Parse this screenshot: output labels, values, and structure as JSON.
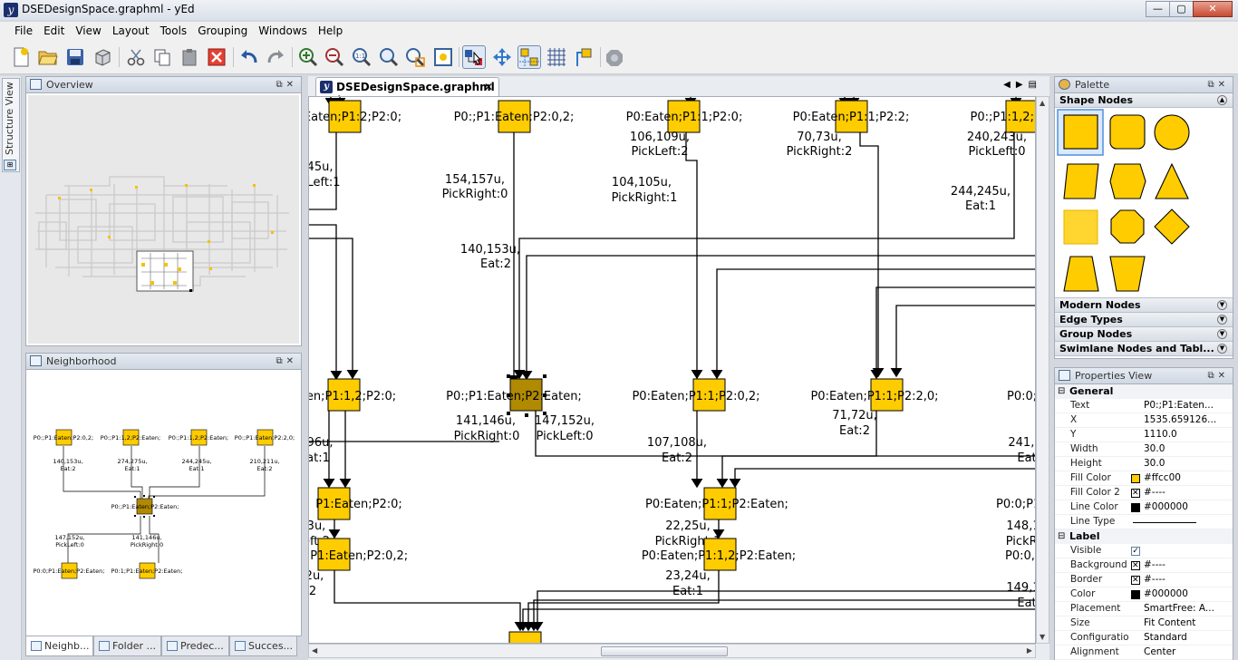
{
  "window": {
    "title": "DSEDesignSpace.graphml - yEd",
    "min": "—",
    "max": "▢",
    "close": "✕"
  },
  "menu": [
    "File",
    "Edit",
    "View",
    "Layout",
    "Tools",
    "Grouping",
    "Windows",
    "Help"
  ],
  "toolbar_icons": [
    "new-document-icon",
    "open-folder-icon",
    "save-icon",
    "export-icon",
    "cut-icon",
    "copy-icon",
    "paste-icon",
    "delete-icon",
    "undo-icon",
    "redo-icon",
    "zoom-in-icon",
    "zoom-out-icon",
    "zoom-original-icon",
    "zoom-fit-icon",
    "zoom-area-icon",
    "fit-content-icon",
    "edit-mode-icon",
    "navigation-mode-icon",
    "snap-icon",
    "grid-icon",
    "port-icon",
    "plugin-icon"
  ],
  "left_strip": {
    "structure_view": "Structure View"
  },
  "overview": {
    "title": "Overview"
  },
  "neighborhood": {
    "title": "Neighborhood",
    "top_nodes": [
      {
        "label": "P0:;P1:Eaten;P2:0,2;",
        "edge": "140,153u,",
        "action": "Eat:2"
      },
      {
        "label": "P0:;P1:1,2;P2:Eaten;",
        "edge": "274,275u,",
        "action": "Eat:1"
      },
      {
        "label": "P0:;P1:1,2;P2:Eaten;",
        "edge": "244,245u,",
        "action": "Eat:1"
      },
      {
        "label": "P0:;P1:Eaten;P2:2,0;",
        "edge": "210,211u,",
        "action": "Eat:2"
      }
    ],
    "center": "P0:;P1:Eaten;P2:Eaten;",
    "bottom_nodes": [
      {
        "label": "P0:0;P1:Eaten;P2:Eaten;",
        "edge": "147,152u,",
        "action": "PickLeft:0"
      },
      {
        "label": "P0:1;P1:Eaten;P2:Eaten;",
        "edge": "141,146u,",
        "action": "PickRight:0"
      }
    ]
  },
  "bottom_tabs": [
    "Neighb...",
    "Folder ...",
    "Predec...",
    "Succes..."
  ],
  "editor": {
    "tab_title": "DSEDesignSpace.graphml *",
    "nodes_row1": [
      "Eaten;P1:2;P2:0;",
      "P0:;P1:Eaten;P2:0,2;",
      "P0:Eaten;P1:1;P2:0;",
      "P0:Eaten;P1:1;P2:2;",
      "P0:;P1:1,2;P2:"
    ],
    "edges_row1": [
      [
        "45u,",
        "Left:1"
      ],
      [
        "154,157u,",
        "PickRight:0"
      ],
      [
        "106,109u,",
        "PickLeft:2"
      ],
      [
        "104,105u,",
        "PickRight:1"
      ],
      [
        "70,73u,",
        "PickRight:2"
      ],
      [
        "240,243u,",
        "PickLeft:0"
      ],
      [
        "244,245u,",
        "Eat:1"
      ],
      [
        "140,153u,",
        "Eat:2"
      ]
    ],
    "nodes_row2": [
      "aten;P1:1,2;P2:0;",
      "P0:;P1:Eaten;P2:Eaten;",
      "P0:Eaten;P1:1;P2:0,2;",
      "P0:Eaten;P1:1;P2:2,0;",
      "P0:0;P"
    ],
    "edges_row2": [
      [
        "96u,",
        "at:1"
      ],
      [
        "141,146u,",
        "PickRight:0"
      ],
      [
        "147,152u,",
        "PickLeft:0"
      ],
      [
        "107,108u,",
        "Eat:2"
      ],
      [
        "71,72u,",
        "Eat:2"
      ],
      [
        "241,2",
        "Eat"
      ]
    ],
    "nodes_row3": [
      "P1:Eaten;P2:0;",
      "P0:Eaten;P1:1;P2:Eaten;",
      "P0:0;P1"
    ],
    "edges_row3": [
      [
        "3u,",
        "eft:2"
      ],
      [
        "22,25u,",
        "PickRight:1"
      ],
      [
        "148,1",
        "PickRi"
      ]
    ],
    "nodes_row4": [
      ";P1:Eaten;P2:0,2;",
      "P0:Eaten;P1:1,2;P2:Eaten;",
      "P0:0,1;P"
    ],
    "edges_row4": [
      [
        "2u,",
        "2"
      ],
      [
        "23,24u,",
        "Eat:1"
      ],
      [
        "149,1",
        "Eat"
      ]
    ]
  },
  "palette": {
    "title": "Palette",
    "open_category": "Shape Nodes",
    "categories": [
      "Modern Nodes",
      "Edge Types",
      "Group Nodes",
      "Swimlane Nodes and Tabl..."
    ],
    "node_color": "#ffcc00"
  },
  "properties": {
    "title": "Properties View",
    "general": "General",
    "rows": [
      {
        "k": "Text",
        "v": "P0:;P1:Eaten..."
      },
      {
        "k": "X",
        "v": "1535.659126..."
      },
      {
        "k": "Y",
        "v": "1110.0"
      },
      {
        "k": "Width",
        "v": "30.0"
      },
      {
        "k": "Height",
        "v": "30.0"
      },
      {
        "k": "Fill Color",
        "v": "#ffcc00"
      },
      {
        "k": "Fill Color 2",
        "v": "#----"
      },
      {
        "k": "Line Color",
        "v": "#000000"
      },
      {
        "k": "Line Type",
        "v": ""
      }
    ],
    "label": "Label",
    "label_rows": [
      {
        "k": "Visible",
        "v": ""
      },
      {
        "k": "Background",
        "v": "#----"
      },
      {
        "k": "Border",
        "v": "#----"
      },
      {
        "k": "Color",
        "v": "#000000"
      },
      {
        "k": "Placement",
        "v": "SmartFree: A..."
      },
      {
        "k": "Size",
        "v": "Fit Content"
      },
      {
        "k": "Configuration",
        "v": "Standard"
      },
      {
        "k": "Alignment",
        "v": "Center"
      }
    ]
  }
}
